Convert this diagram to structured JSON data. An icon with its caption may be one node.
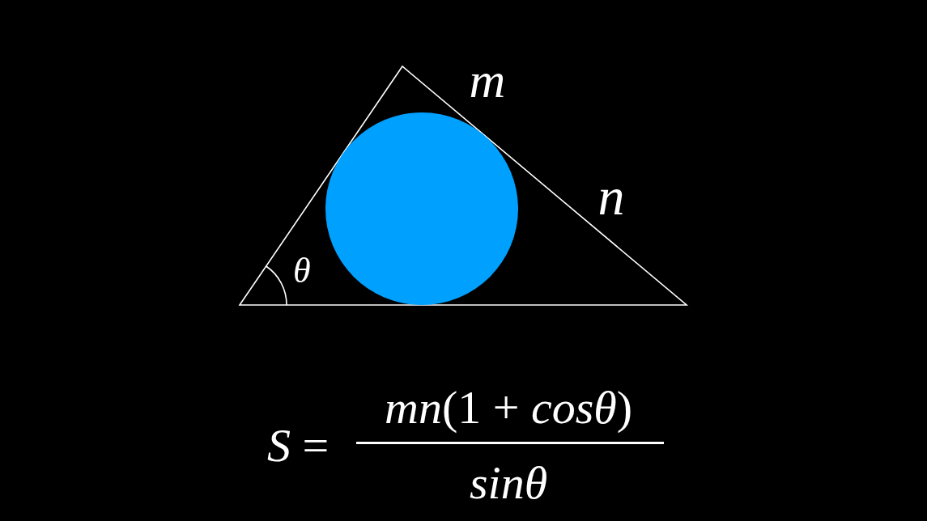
{
  "diagram": {
    "labels": [
      "m",
      "n",
      "θ",
      "*S* =",
      "*mn*(1 + *cosθ*)",
      "*sinθ*"
    ]
  }
}
